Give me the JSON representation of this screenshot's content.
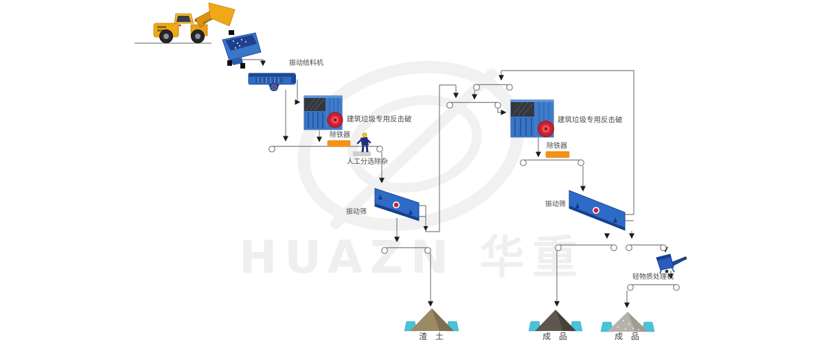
{
  "watermark": {
    "text": "HUAZN 华重"
  },
  "labels": {
    "feeder": "振动给料机",
    "crusher1": "建筑垃圾专用反击破",
    "iron_remover1": "除铁器",
    "manual_sorting": "人工分选除杂",
    "screen1": "振动筛",
    "crusher2": "建筑垃圾专用反击破",
    "iron_remover2": "除铁器",
    "screen2": "振动筛",
    "light_material_processor": "轻物质处理机",
    "pile_slag_soil": "渣 土",
    "pile_finished1": "成 品",
    "pile_finished2": "成 品"
  },
  "colors": {
    "machine_blue": "#2f6cc4",
    "machine_blue_dark": "#1b4898",
    "flywheel_red": "#cf1f2e",
    "iron_remover_orange": "#f59214",
    "loader_yellow": "#f0a818",
    "support_cyan": "#49c2da",
    "soil_pile_brown": "#9b8a63",
    "product_pile_dark": "#5f574d",
    "product_pile_gray": "#b5b3aa",
    "flow_line_gray": "#7d7d7d",
    "label_text": "#4a4a4a",
    "watermark_gray": "#efefef"
  }
}
